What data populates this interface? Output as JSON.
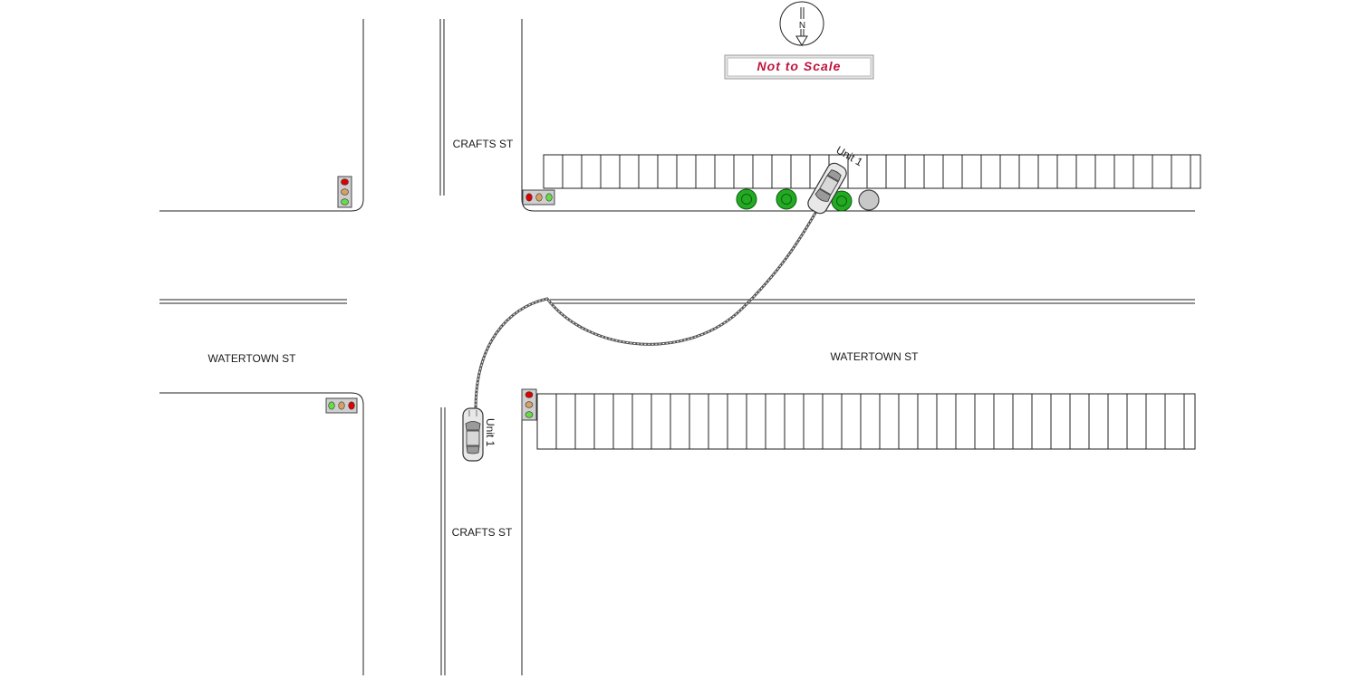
{
  "compass": {
    "letter": "N"
  },
  "scale_note": "Not to Scale",
  "streets": {
    "north_leg": "CRAFTS ST",
    "south_leg": "CRAFTS ST",
    "west_leg": "WATERTOWN ST",
    "east_leg": "WATERTOWN ST"
  },
  "vehicles": {
    "start_label": "Unit 1",
    "end_label": "Unit 1"
  },
  "colors": {
    "signal_red": "#e00000",
    "signal_amber": "#d9a066",
    "signal_green": "#66dd44",
    "tree": "#22aa22",
    "pole": "#c8c8c8",
    "nts_text": "#c0143c"
  }
}
